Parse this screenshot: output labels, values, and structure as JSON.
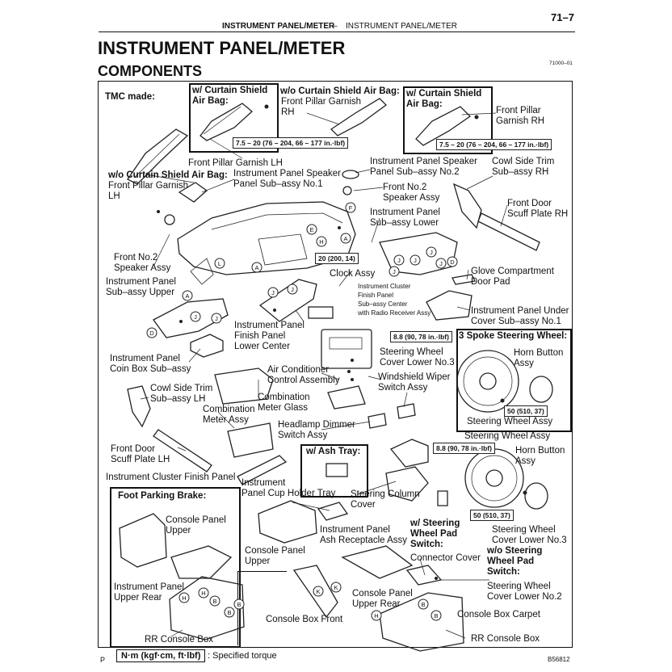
{
  "header": {
    "left": "INSTRUMENT PANEL/METER",
    "sep": "–",
    "right": "INSTRUMENT PANEL/METER",
    "page": "71–7"
  },
  "title": "INSTRUMENT PANEL/METER",
  "subtitle": "COMPONENTS",
  "figure_code": "71000–01",
  "made": "TMC made:",
  "group_labels": {
    "w_curtain_1": "w/ Curtain Shield\nAir Bag:",
    "wo_curtain_top": "w/o Curtain Shield Air Bag:",
    "w_curtain_2": "w/ Curtain Shield\nAir Bag:",
    "wo_curtain_left": "w/o Curtain Shield Air Bag:",
    "three_spoke": "3 Spoke Steering Wheel:",
    "ash_tray": "w/ Ash Tray:",
    "foot_brake": "Foot Parking Brake:",
    "w_pad": "w/ Steering\nWheel Pad\nSwitch:",
    "wo_pad": "w/o Steering\nWheel Pad\nSwitch:"
  },
  "torques": {
    "t1": "7.5 – 20 (76 – 204, 66 – 177 in.·lbf)",
    "t2": "7.5 – 20 (76 – 204, 66 – 177 in.·lbf)",
    "t3": "20 (200, 14)",
    "t4": "8.8 (90, 78 in.·lbf)",
    "t5": "50 (510, 37)",
    "t6": "8.8 (90, 78 in.·lbf)",
    "t7": "50 (510, 37)"
  },
  "parts": {
    "front_pillar_garnish_rh_top": "Front Pillar Garnish\nRH",
    "front_pillar_garnish_rh": "Front Pillar\nGarnish RH",
    "front_pillar_garnish_lh": "Front Pillar Garnish LH",
    "front_pillar_garnish_lh2": "Front Pillar Garnish\nLH",
    "ip_speaker_no1": "Instrument Panel Speaker\nPanel Sub–assy No.1",
    "ip_speaker_no2": "Instrument Panel Speaker\nPanel Sub–assy No.2",
    "cowl_side_trim_rh": "Cowl Side Trim\nSub–assy RH",
    "front_no2_speaker_r": "Front No.2\nSpeaker Assy",
    "ip_sub_lower": "Instrument Panel\nSub–assy Lower",
    "front_door_scuff_rh": "Front Door\nScuff Plate RH",
    "front_no2_speaker_l": "Front No.2\nSpeaker Assy",
    "ip_sub_upper": "Instrument Panel\nSub–assy Upper",
    "clock_assy": "Clock Assy",
    "finish_panel_center": "Instrument Cluster\nFinish Panel\nSub–assy Center\nwith Radio Receiver Assy",
    "glove_pad": "Glove Compartment\nDoor Pad",
    "ip_under_cover": "Instrument Panel Under\nCover Sub–assy No.1",
    "ip_finish_lower_center": "Instrument Panel\nFinish Panel\nLower Center",
    "coin_box": "Instrument Panel\nCoin Box Sub–assy",
    "ac_control": "Air Conditioner\nControl Assembly",
    "sw_cover_no3": "Steering Wheel\nCover Lower No.3",
    "wiper_switch": "Windshield Wiper\nSwitch Assy",
    "horn_button_1": "Horn Button\nAssy",
    "cowl_side_trim_lh": "Cowl Side Trim\nSub–assy LH",
    "combination_meter_glass": "Combination\nMeter Glass",
    "combination_meter": "Combination\nMeter Assy",
    "headlamp_dimmer": "Headlamp Dimmer\nSwitch Assy",
    "steering_wheel_assy_1": "Steering Wheel Assy",
    "steering_wheel_assy_2": "Steering Wheel Assy",
    "front_door_scuff_lh": "Front Door\nScuff Plate LH",
    "horn_button_2": "Horn Button\nAssy",
    "cluster_finish_panel": "Instrument Cluster Finish Panel",
    "cup_holder_tray": "Instrument\nPanel Cup Holder Tray",
    "steering_column_cover": "Steering Column\nCover",
    "console_panel_upper_1": "Console Panel\nUpper",
    "sw_cover_no3_2": "Steering Wheel\nCover Lower No.3",
    "ash_receptacle": "Instrument Panel\nAsh Receptacle Assy",
    "connector_cover": "Connector Cover",
    "console_panel_upper_2": "Console Panel\nUpper",
    "ip_upper_rear": "Instrument Panel\nUpper Rear",
    "sw_cover_no2": "Steering Wheel\nCover Lower No.2",
    "console_panel_upper_rear": "Console Panel\nUpper Rear",
    "console_box_front": "Console Box Front",
    "console_box_carpet": "Console Box Carpet",
    "rr_console_box_1": "RR Console Box",
    "rr_console_box_2": "RR Console Box"
  },
  "callouts": [
    "A",
    "B",
    "D",
    "E",
    "F",
    "H",
    "J",
    "K",
    "L"
  ],
  "legend": {
    "unit": "N·m (kgf·cm, ft·lbf)",
    "desc": ": Specified torque"
  },
  "footer": {
    "left": "P",
    "code": "B56812"
  }
}
